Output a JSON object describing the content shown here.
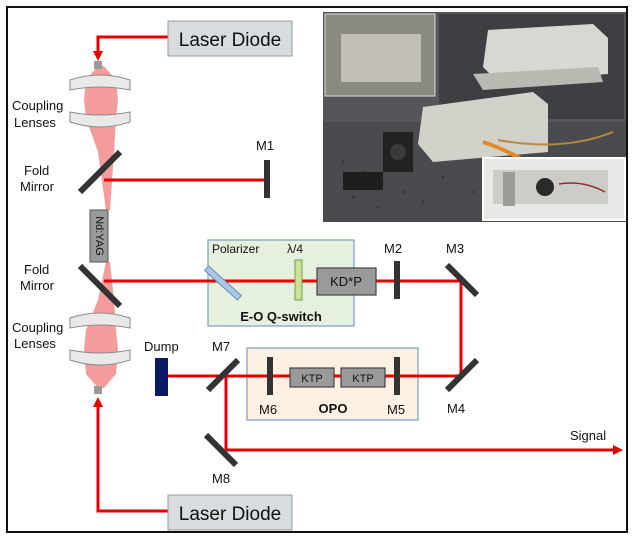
{
  "colors": {
    "beam": "#e60000",
    "pump_glow": "#f28a8a",
    "qswitch_box_fill": "#e6f0de",
    "qswitch_box_stroke": "#7a9cc0",
    "opo_box_fill": "#fff0e4",
    "opo_box_stroke": "#7a9cc0",
    "diode_fill": "#d7dcdf",
    "component_fill": "#9a9a9a",
    "mirror": "#333333",
    "dump": "#0a1a66",
    "wave_plate": "#c9e39a",
    "polarizer": "#a9c8e8"
  },
  "labels": {
    "laser_diode_top": "Laser Diode",
    "laser_diode_bottom": "Laser Diode",
    "coupling_lenses_top": [
      "Coupling",
      "Lenses"
    ],
    "coupling_lenses_bottom": [
      "Coupling",
      "Lenses"
    ],
    "fold_mirror_top": [
      "Fold",
      "Mirror"
    ],
    "fold_mirror_bottom": [
      "Fold",
      "Mirror"
    ],
    "crystal": "Nd:YAG",
    "m1": "M1",
    "m2": "M2",
    "m3": "M3",
    "m4": "M4",
    "m5": "M5",
    "m6": "M6",
    "m7": "M7",
    "m8": "M8",
    "polarizer": "Polarizer",
    "wave_plate": "λ/4",
    "kdp": "KD*P",
    "qswitch": "E-O Q-switch",
    "dump": "Dump",
    "ktp1": "KTP",
    "ktp2": "KTP",
    "opo": "OPO",
    "signal": "Signal"
  }
}
